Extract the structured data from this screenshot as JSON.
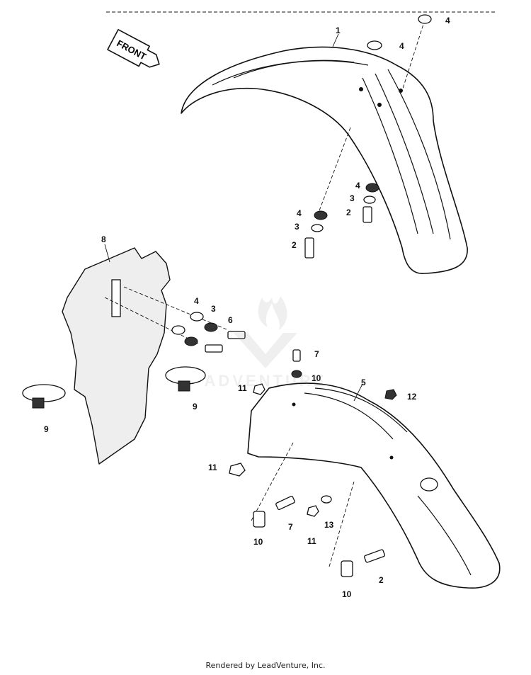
{
  "diagram": {
    "front_arrow_label": "FRONT",
    "watermark_text": "ADVENTURE",
    "callouts": {
      "c1": "1",
      "c2a": "2",
      "c2b": "2",
      "c2c": "2",
      "c3a": "3",
      "c3b": "3",
      "c3c": "3",
      "c4a": "4",
      "c4b": "4",
      "c4c": "4",
      "c4d": "4",
      "c4e": "4",
      "c5": "5",
      "c6": "6",
      "c7a": "7",
      "c7b": "7",
      "c8": "8",
      "c9a": "9",
      "c9b": "9",
      "c10a": "10",
      "c10b": "10",
      "c10c": "10",
      "c11a": "11",
      "c11b": "11",
      "c11c": "11",
      "c12": "12",
      "c13": "13"
    }
  },
  "footer": {
    "text": "Rendered by LeadVenture, Inc."
  }
}
